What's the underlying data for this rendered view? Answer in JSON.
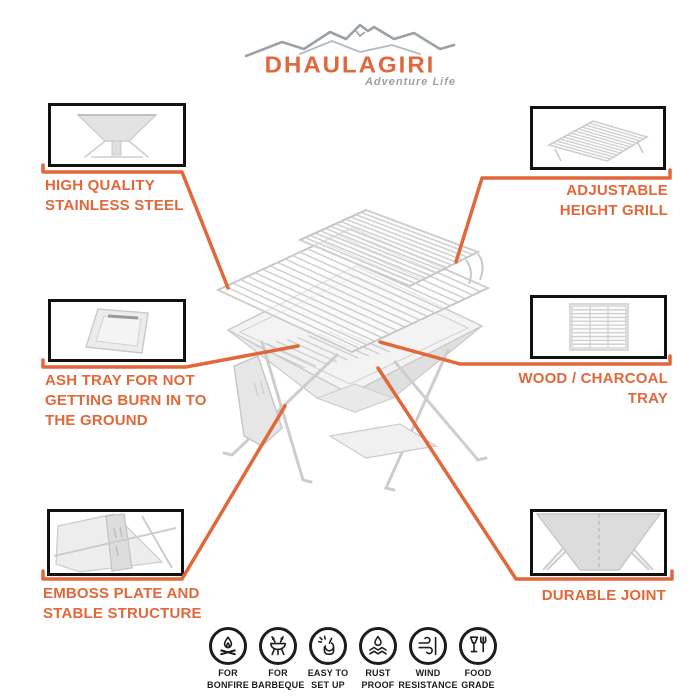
{
  "brand": {
    "name": "DHAULAGIRI",
    "tagline": "Adventure Life"
  },
  "theme": {
    "accent": "#E2673A",
    "ink": "#1D1D1D",
    "logo_gray": "#9AA2A8",
    "product_light": "#E8E8E8",
    "product_stroke": "#CDCDCD"
  },
  "callouts": [
    {
      "label": "HIGH QUALITY\nSTAINLESS STEEL",
      "thumb": "stainless-steel-bowl"
    },
    {
      "label": "ADJUSTABLE\nHEIGHT GRILL",
      "thumb": "grill-grate"
    },
    {
      "label": "ASH TRAY FOR NOT\nGETTING BURN IN TO\nTHE GROUND",
      "thumb": "ash-tray"
    },
    {
      "label": "WOOD / CHARCOAL\nTRAY",
      "thumb": "charcoal-tray"
    },
    {
      "label": "EMBOSS PLATE AND\nSTABLE STRUCTURE",
      "thumb": "emboss-plate"
    },
    {
      "label": "DURABLE JOINT",
      "thumb": "durable-joint"
    }
  ],
  "features": [
    {
      "icon": "bonfire-icon",
      "label": "FOR\nBONFIRE"
    },
    {
      "icon": "barbeque-icon",
      "label": "FOR\nBARBEQUE"
    },
    {
      "icon": "easy-setup-icon",
      "label": "EASY TO\nSET UP"
    },
    {
      "icon": "rust-proof-icon",
      "label": "RUST\nPROOF"
    },
    {
      "icon": "wind-resistance-icon",
      "label": "WIND\nRESISTANCE"
    },
    {
      "icon": "food-grade-icon",
      "label": "FOOD\nGRADE"
    }
  ]
}
